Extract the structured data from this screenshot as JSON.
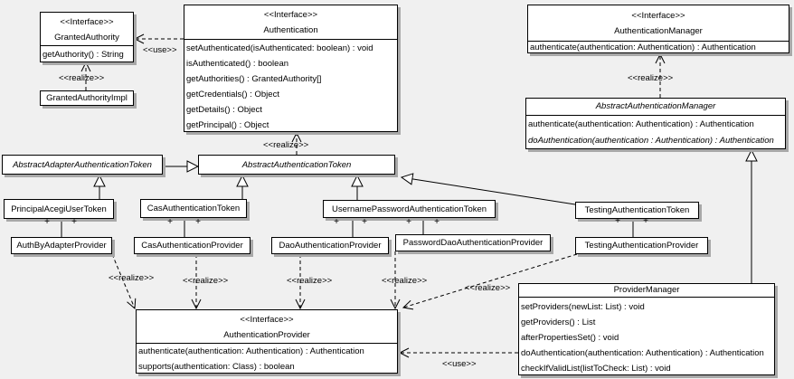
{
  "colors": {
    "background": "#f0f0f0",
    "box_fill": "#ffffff",
    "line": "#000000",
    "shadow": "#a8a8a8"
  },
  "stereotype_interface": "<<Interface>>",
  "edge_labels": {
    "use": "<<use>>",
    "realize": "<<realize>>"
  },
  "plus": "+",
  "classes": {
    "granted_authority": {
      "stereotype": "<<Interface>>",
      "name": "GrantedAuthority",
      "methods": [
        "getAuthority() : String"
      ]
    },
    "granted_authority_impl": {
      "name": "GrantedAuthorityImpl"
    },
    "authentication": {
      "stereotype": "<<Interface>>",
      "name": "Authentication",
      "methods": [
        "setAuthenticated(isAuthenticated: boolean) : void",
        "isAuthenticated() : boolean",
        "getAuthorities() : GrantedAuthority[]",
        "getCredentials() : Object",
        "getDetails() : Object",
        "getPrincipal() : Object"
      ]
    },
    "authentication_manager": {
      "stereotype": "<<Interface>>",
      "name": "AuthenticationManager",
      "methods": [
        "authenticate(authentication: Authentication) : Authentication"
      ]
    },
    "abstract_authentication_manager": {
      "name": "AbstractAuthenticationManager",
      "abstract": true,
      "methods": [
        "authenticate(authentication: Authentication) : Authentication",
        "doAuthentication(authentication : Authentication) : Authentication"
      ]
    },
    "abstract_adapter_authentication_token": {
      "name": "AbstractAdapterAuthenticationToken",
      "abstract": true
    },
    "abstract_authentication_token": {
      "name": "AbstractAuthenticationToken",
      "abstract": true
    },
    "principal_acegi_user_token": {
      "name": "PrincipalAcegiUserToken"
    },
    "cas_authentication_token": {
      "name": "CasAuthenticationToken"
    },
    "username_password_authentication_token": {
      "name": "UsernamePasswordAuthenticationToken"
    },
    "testing_authentication_token": {
      "name": "TestingAuthenticationToken"
    },
    "auth_by_adapter_provider": {
      "name": "AuthByAdapterProvider"
    },
    "cas_authentication_provider": {
      "name": "CasAuthenticationProvider"
    },
    "dao_authentication_provider": {
      "name": "DaoAuthenticationProvider"
    },
    "password_dao_authentication_provider": {
      "name": "PasswordDaoAuthenticationProvider"
    },
    "testing_authentication_provider": {
      "name": "TestingAuthenticationProvider"
    },
    "authentication_provider": {
      "stereotype": "<<Interface>>",
      "name": "AuthenticationProvider",
      "methods": [
        "authenticate(authentication: Authentication) : Authentication",
        "supports(authentication: Class) : boolean"
      ]
    },
    "provider_manager": {
      "name": "ProviderManager",
      "methods": [
        "setProviders(newList: List) : void",
        "getProviders() : List",
        "afterPropertiesSet() : void",
        "doAuthentication(authentication: Authentication) : Authentication",
        "checkIfValidList(listToCheck: List) : void"
      ]
    }
  },
  "relationships": [
    {
      "from": "Authentication",
      "to": "GrantedAuthority",
      "type": "use"
    },
    {
      "from": "GrantedAuthorityImpl",
      "to": "GrantedAuthority",
      "type": "realize"
    },
    {
      "from": "AbstractAuthenticationToken",
      "to": "Authentication",
      "type": "realize"
    },
    {
      "from": "AbstractAuthenticationManager",
      "to": "AuthenticationManager",
      "type": "realize"
    },
    {
      "from": "AbstractAdapterAuthenticationToken",
      "to": "AbstractAuthenticationToken",
      "type": "generalization"
    },
    {
      "from": "PrincipalAcegiUserToken",
      "to": "AbstractAdapterAuthenticationToken",
      "type": "generalization"
    },
    {
      "from": "CasAuthenticationToken",
      "to": "AbstractAuthenticationToken",
      "type": "generalization"
    },
    {
      "from": "UsernamePasswordAuthenticationToken",
      "to": "AbstractAuthenticationToken",
      "type": "generalization"
    },
    {
      "from": "TestingAuthenticationToken",
      "to": "AbstractAuthenticationToken",
      "type": "generalization"
    },
    {
      "from": "ProviderManager",
      "to": "AbstractAuthenticationManager",
      "type": "generalization"
    },
    {
      "from": "AuthByAdapterProvider",
      "to": "AuthenticationProvider",
      "type": "realize"
    },
    {
      "from": "CasAuthenticationProvider",
      "to": "AuthenticationProvider",
      "type": "realize"
    },
    {
      "from": "DaoAuthenticationProvider",
      "to": "AuthenticationProvider",
      "type": "realize"
    },
    {
      "from": "PasswordDaoAuthenticationProvider",
      "to": "AuthenticationProvider",
      "type": "realize"
    },
    {
      "from": "TestingAuthenticationProvider",
      "to": "AuthenticationProvider",
      "type": "realize"
    },
    {
      "from": "ProviderManager",
      "to": "AuthenticationProvider",
      "type": "use"
    },
    {
      "from": "PrincipalAcegiUserToken",
      "to": "AuthByAdapterProvider",
      "type": "association",
      "end_labels": [
        "+",
        "+"
      ]
    },
    {
      "from": "CasAuthenticationToken",
      "to": "CasAuthenticationProvider",
      "type": "association",
      "end_labels": [
        "+",
        "+"
      ]
    },
    {
      "from": "UsernamePasswordAuthenticationToken",
      "to": "DaoAuthenticationProvider",
      "type": "association",
      "end_labels": [
        "+",
        "+"
      ]
    },
    {
      "from": "UsernamePasswordAuthenticationToken",
      "to": "PasswordDaoAuthenticationProvider",
      "type": "association",
      "end_labels": [
        "+",
        "+"
      ]
    },
    {
      "from": "TestingAuthenticationToken",
      "to": "TestingAuthenticationProvider",
      "type": "association",
      "end_labels": [
        "+",
        "+"
      ]
    }
  ]
}
